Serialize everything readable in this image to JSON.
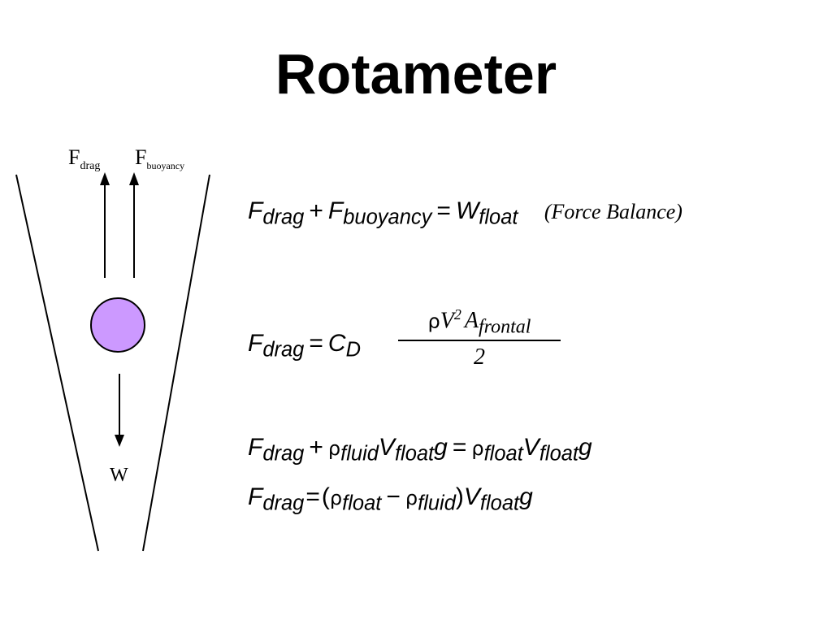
{
  "title": "Rotameter",
  "diagram": {
    "label_drag_main": "F",
    "label_drag_sub": "drag",
    "label_buoy_main": "F",
    "label_buoy_sub": "buoyancy",
    "label_weight": "W",
    "float_color": "#cc99ff"
  },
  "equations": {
    "eq1": {
      "F": "F",
      "drag": "drag",
      "plus": "+",
      "F2": "F",
      "buoyancy": "buoyancy",
      "eq": "=",
      "W": "W",
      "float": "float",
      "note": "(Force Balance)"
    },
    "eq2": {
      "F": "F",
      "drag": "drag",
      "eq": "=",
      "C": "C",
      "D": "D",
      "num_rho": "ρ",
      "num_V": "V",
      "num_exp": "2",
      "num_A": "A",
      "num_frontal": "frontal",
      "den": "2"
    },
    "eq3": {
      "F": "F",
      "drag": "drag",
      "plus": "+",
      "rho": "ρ",
      "fluid": "fluid",
      "V": "V",
      "float": "float",
      "g": "g",
      "eq": "=",
      "rho2": "ρ",
      "float2": "float",
      "V2": "V",
      "float3": "float",
      "g2": "g"
    },
    "eq4": {
      "F": "F",
      "drag": "drag",
      "eq": "=",
      "lparen": "(",
      "rho": "ρ",
      "float": "float",
      "minus": "−",
      "rho2": "ρ",
      "fluid": "fluid",
      "rparen": ")",
      "V": "V",
      "float2": "float",
      "g": "g"
    }
  }
}
